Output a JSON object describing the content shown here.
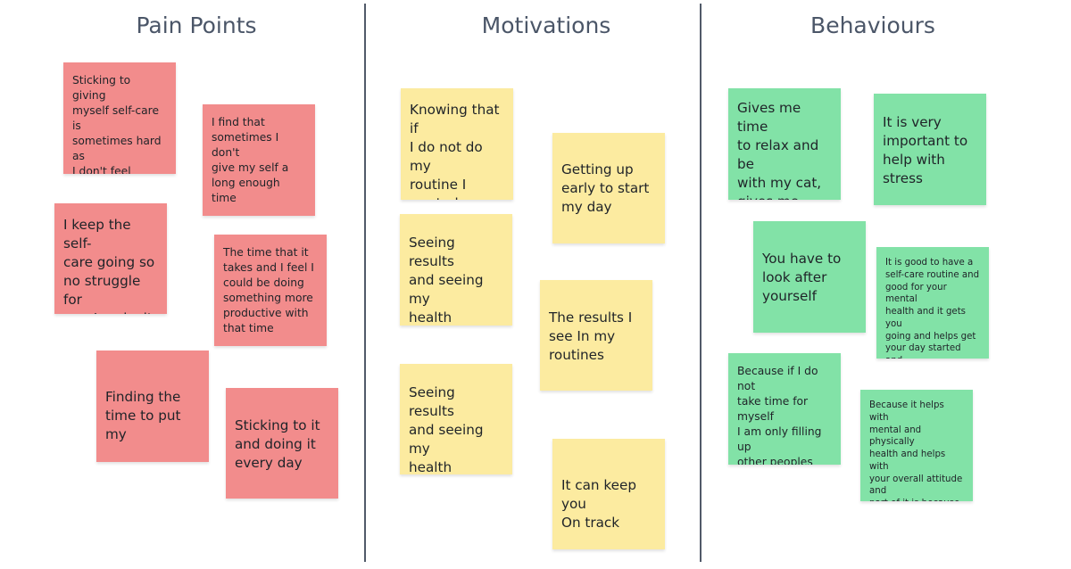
{
  "columns": {
    "pain": {
      "title": "Pain Points"
    },
    "motivations": {
      "title": "Motivations"
    },
    "behaviours": {
      "title": "Behaviours"
    }
  },
  "notes": {
    "pain_1": "Sticking to giving\nmyself self-care is\nsometimes hard as\nI don't feel relaxed\nwhen doing so",
    "pain_2": "I find that\nsometimes I don't\ngive my self a\nlong enough time",
    "pain_3": "I keep the self-\ncare going so\nno struggle for\nme, I make it a\npoint to do so.",
    "pain_4": "The time that it\ntakes and I feel I\ncould be doing\nsomething more\nproductive with\nthat time",
    "pain_5": "Finding the\ntime to put my",
    "pain_6": "Sticking to it\nand doing it\nevery day",
    "mot_1": "Knowing that if\nI do not do my\nroutine I\nwasted my\ntime",
    "mot_2": "Getting up\nearly to start\nmy day",
    "mot_3": "Seeing results\nand seeing my\nhealth improve\nover time",
    "mot_4": "The results I\nsee In my\nroutines",
    "mot_5": "Seeing results\nand seeing my\nhealth improve\nover time",
    "mot_6": "It can keep you\nOn track",
    "beh_1": "Gives me time\nto relax and be\nwith my cat,\ngives me time\nrecharge",
    "beh_2": "It is very\nimportant to\nhelp with\nstress",
    "beh_3": "You have to\nlook after\nyourself",
    "beh_4": "It is good to have a\nself-care routine and\ngood for your mental\nhealth and it gets you\ngoing and helps get\nyour day started and\ngood for your overall\nhealth.",
    "beh_5": "Because if I do not\ntake time for myself\nI am only filling up\nother peoples cups\nand I need to fill my\nown cup up",
    "beh_6": "Because it helps with\nmental and physically\nhealth and helps with\nyour overall attitude and\npart of it is because it is\npreached. People say\nyou need to make your\nself-care a priority."
  },
  "colors": {
    "red": "#f28c8c",
    "yellow": "#fceba0",
    "green": "#82e2a7",
    "divider": "#515a69",
    "title": "#4b5668"
  }
}
